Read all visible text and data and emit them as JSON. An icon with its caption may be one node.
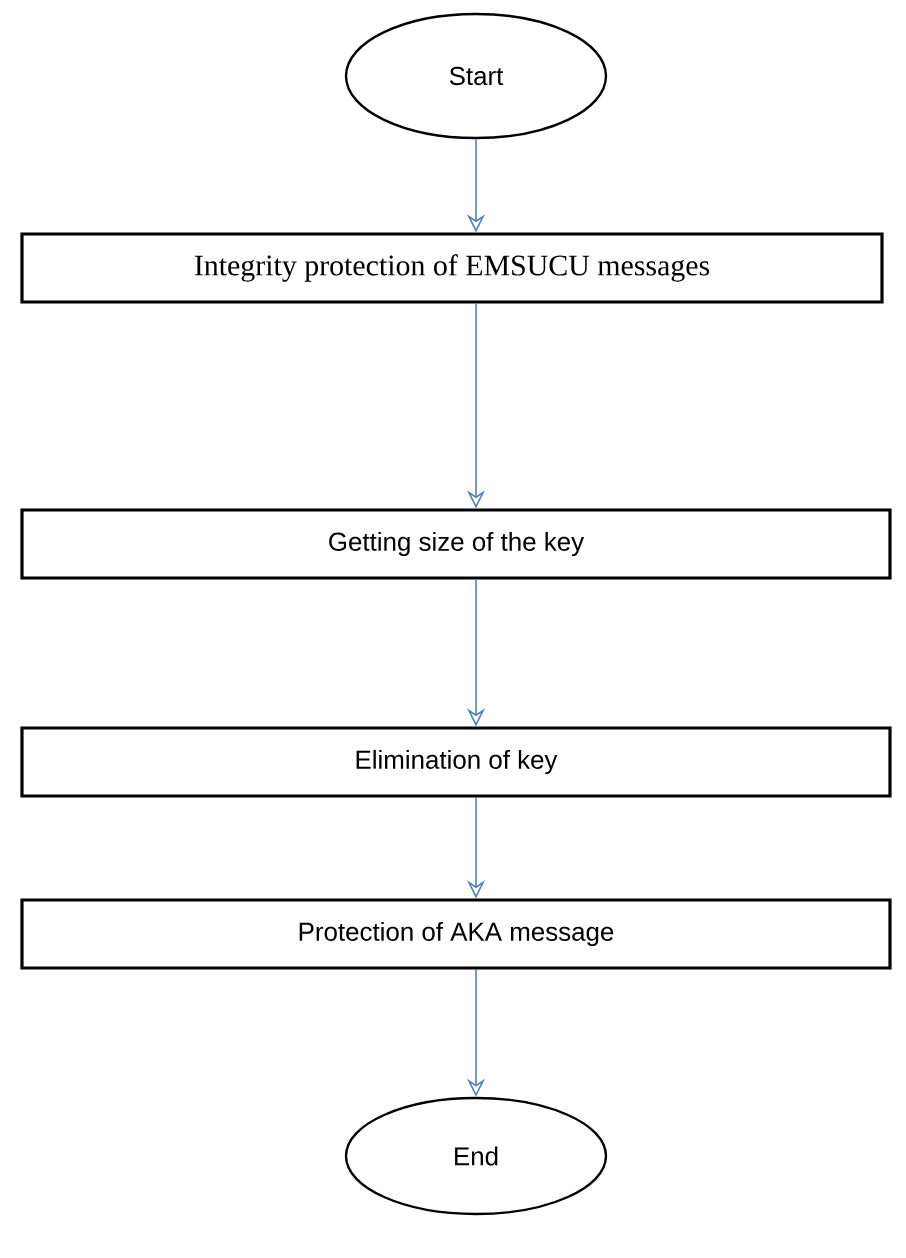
{
  "diagram": {
    "nodes": [
      {
        "text": [
          "Start"
        ]
      },
      {
        "text": [
          "Integrity protection of EMSUCU messages"
        ]
      },
      {
        "text": [
          "Getting size of the key"
        ]
      },
      {
        "text": [
          "Elimination of key"
        ]
      },
      {
        "text": [
          "Protection of AKA message"
        ]
      },
      {
        "text": [
          "End"
        ]
      }
    ],
    "edges": [
      {
        "from": 0,
        "to": 1,
        "arrow": "to"
      },
      {
        "from": 1,
        "to": 2,
        "arrow": "to"
      },
      {
        "from": 2,
        "to": 3,
        "arrow": "to"
      },
      {
        "from": 3,
        "to": 4,
        "arrow": "to"
      },
      {
        "from": 4,
        "to": 5,
        "arrow": "to"
      }
    ]
  }
}
